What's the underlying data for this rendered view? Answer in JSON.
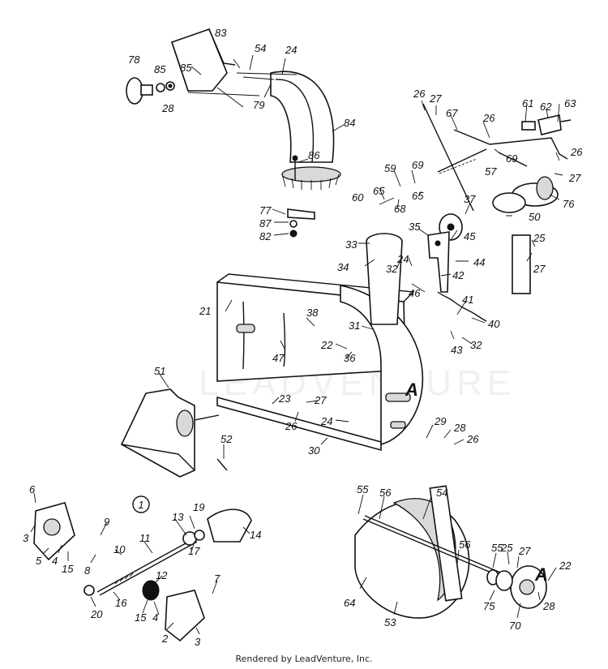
{
  "footer": {
    "credit": "Rendered by LeadVenture, Inc."
  },
  "watermark": {
    "text": "LEADVENTURE"
  },
  "diagram": {
    "group_marker": "1",
    "ref_marks": [
      "A",
      "A"
    ],
    "callouts": [
      "83",
      "85",
      "54",
      "24",
      "78",
      "85",
      "28",
      "79",
      "84",
      "86",
      "77",
      "87",
      "82",
      "26",
      "27",
      "67",
      "26",
      "61",
      "62",
      "63",
      "69",
      "57",
      "26",
      "27",
      "76",
      "59",
      "69",
      "60",
      "65",
      "65",
      "68",
      "37",
      "50",
      "45",
      "25",
      "27",
      "33",
      "35",
      "34",
      "32",
      "24",
      "44",
      "42",
      "46",
      "41",
      "40",
      "43",
      "32",
      "21",
      "38",
      "31",
      "47",
      "22",
      "36",
      "23",
      "27",
      "26",
      "24",
      "51",
      "29",
      "28",
      "26",
      "52",
      "30",
      "6",
      "3",
      "5",
      "4",
      "15",
      "8",
      "9",
      "10",
      "11",
      "13",
      "19",
      "17",
      "14",
      "12",
      "7",
      "20",
      "16",
      "15",
      "4",
      "2",
      "3",
      "55",
      "56",
      "54",
      "56",
      "55",
      "25",
      "27",
      "22",
      "64",
      "53",
      "75",
      "28",
      "70"
    ]
  }
}
